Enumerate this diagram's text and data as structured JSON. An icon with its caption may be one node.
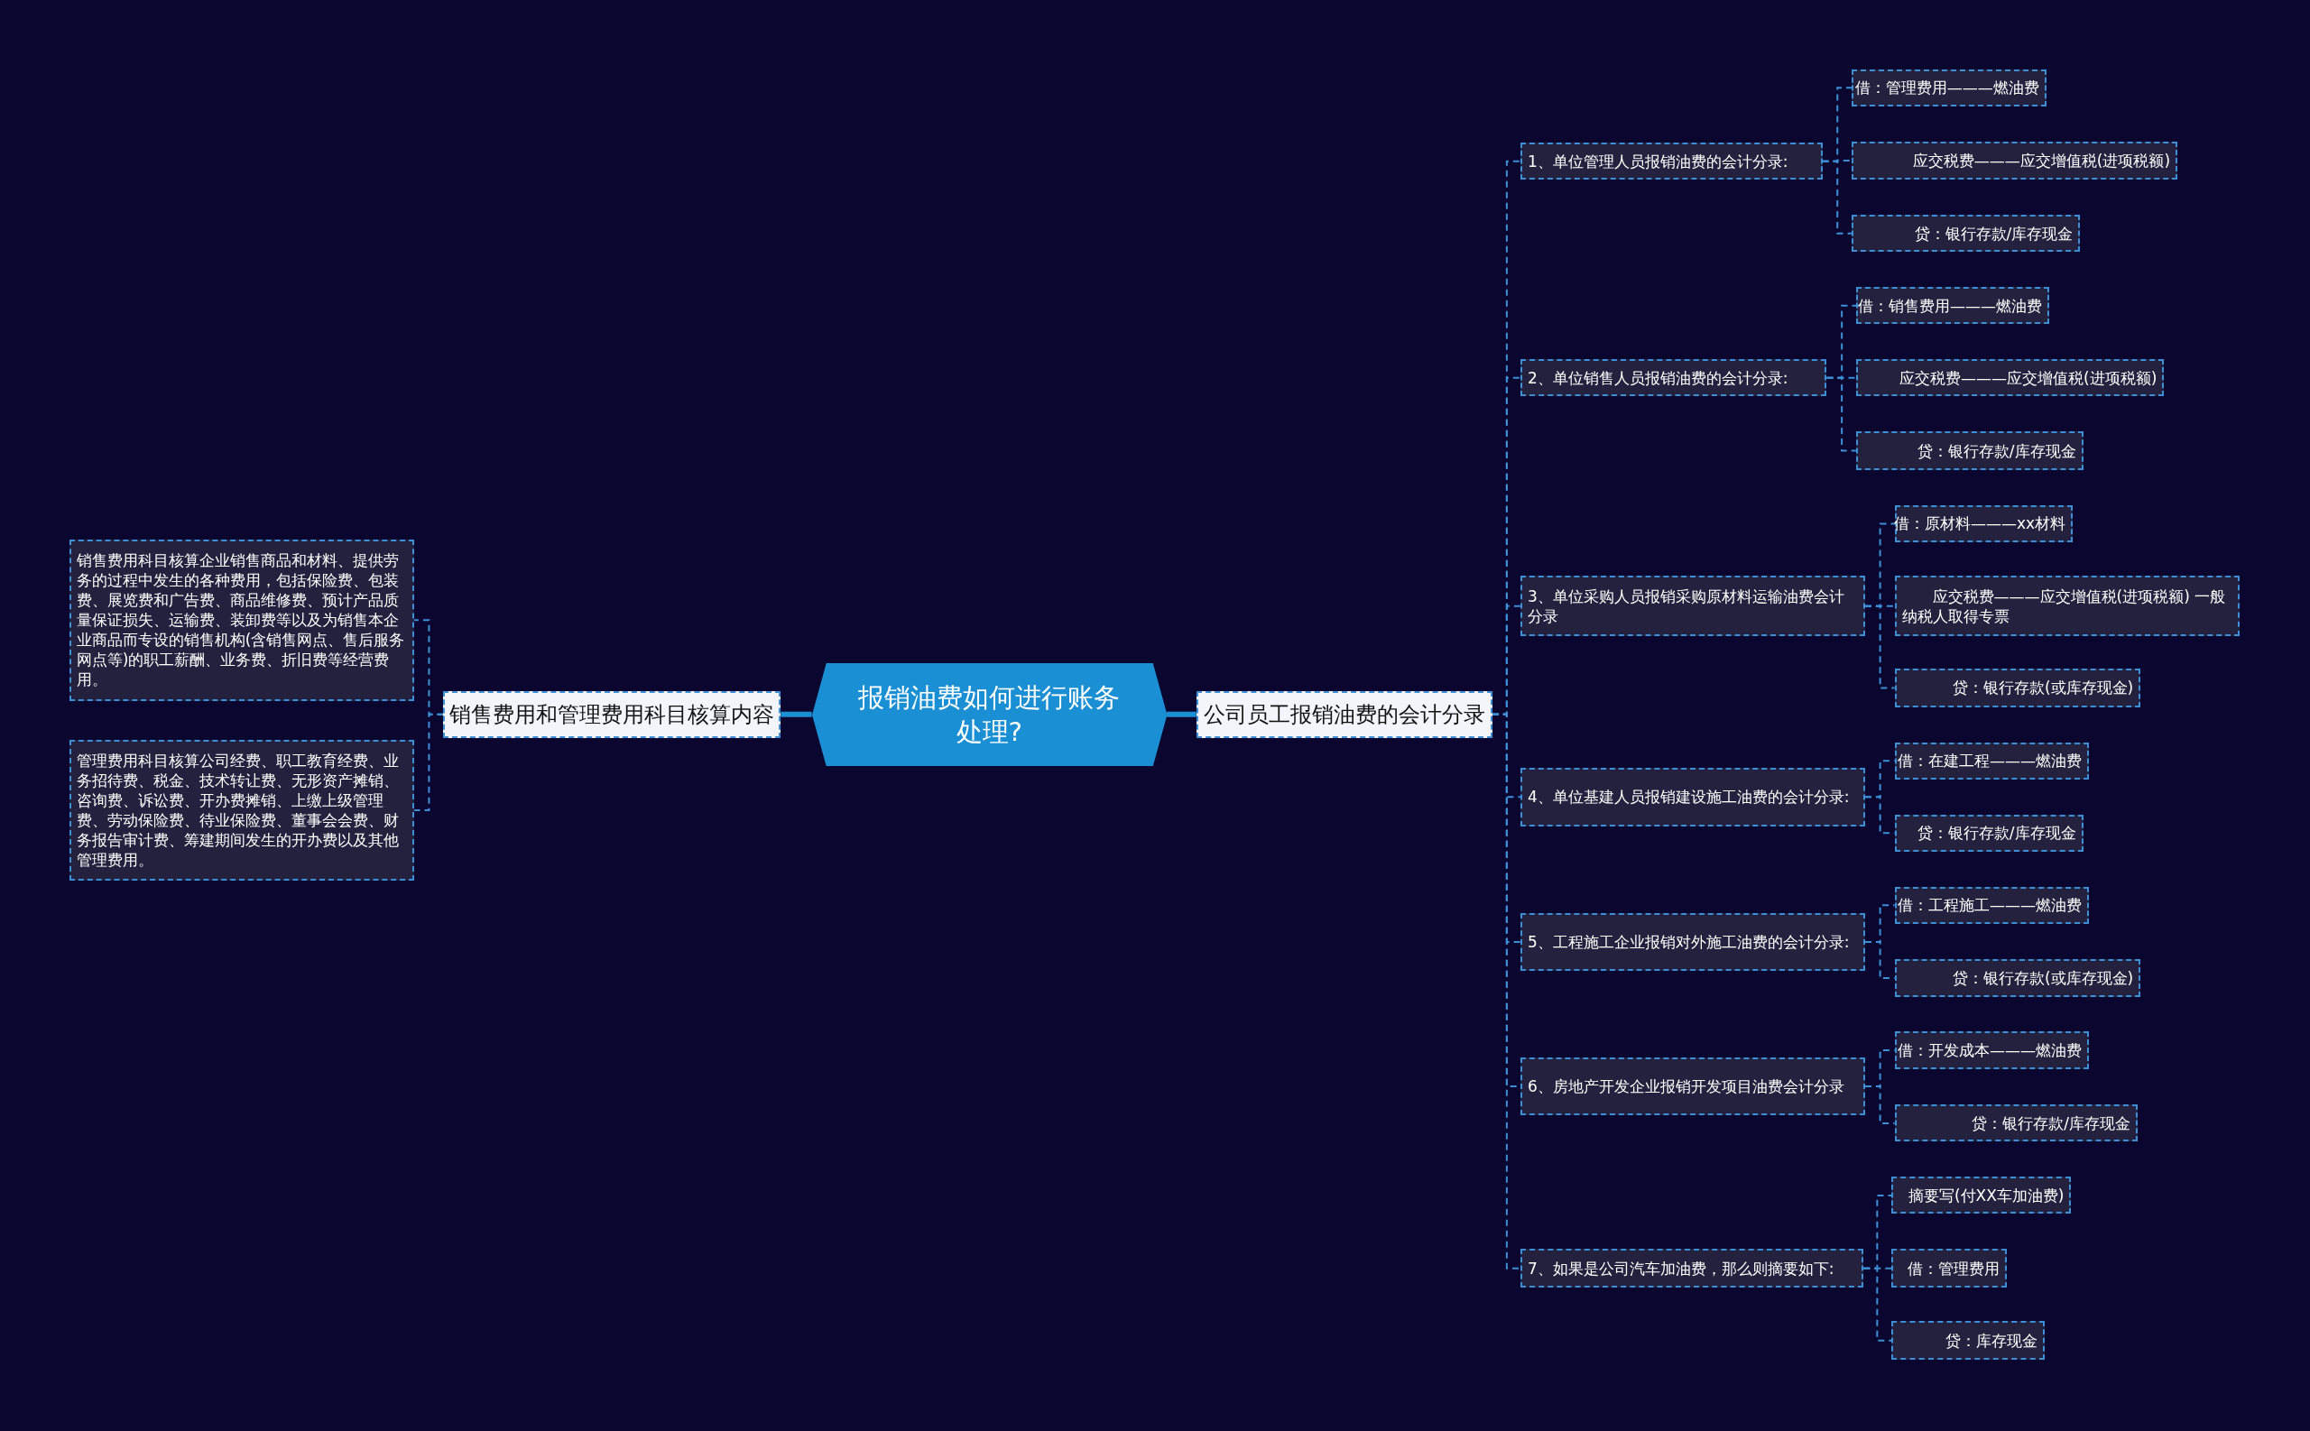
{
  "diagram": {
    "nodes": [
      {
        "text": [
          "报销油费如何进行账务处理?"
        ]
      },
      {
        "text": [
          "销售费用和管理费用科目核算内容"
        ]
      },
      {
        "text": [
          "销售费用科目核算企业销售商品和材料、提供劳务的过程中发生的各种费用，包括保险费、包装费、展览费和广告费、商品维修费、预计产品质量保证损失、运输费、装卸费等以及为销售本企业商品而专设的销售机构(含销售网点、售后服务网点等)的职工薪酬、业务费、折旧费等经营费用。"
        ]
      },
      {
        "text": [
          "管理费用科目核算公司经费、职工教育经费、业务招待费、税金、技术转让费、无形资产摊销、咨询费、诉讼费、开办费摊销、上缴上级管理费、劳动保险费、待业保险费、董事会会费、财务报告审计费、筹建期间发生的开办费以及其他管理费用。"
        ]
      },
      {
        "text": [
          "公司员工报销油费的会计分录"
        ]
      },
      {
        "text": [
          "1、单位管理人员报销油费的会计分录:"
        ]
      },
      {
        "text": [
          "借：管理费用———燃油费"
        ]
      },
      {
        "text": [
          "应交税费———应交增值税(进项税额)"
        ]
      },
      {
        "text": [
          "贷：银行存款/库存现金"
        ]
      },
      {
        "text": [
          "2、单位销售人员报销油费的会计分录:"
        ]
      },
      {
        "text": [
          "借：销售费用———燃油费"
        ]
      },
      {
        "text": [
          "应交税费———应交增值税(进项税额)"
        ]
      },
      {
        "text": [
          "贷：银行存款/库存现金"
        ]
      },
      {
        "text": [
          "3、单位采购人员报销采购原材料运输油费会计分录"
        ]
      },
      {
        "text": [
          "借：原材料———xx材料"
        ]
      },
      {
        "text": [
          "应交税费———应交增值税(进项税额) 一般纳税人取得专票"
        ]
      },
      {
        "text": [
          "贷：银行存款(或库存现金)"
        ]
      },
      {
        "text": [
          "4、单位基建人员报销建设施工油费的会计分录:"
        ]
      },
      {
        "text": [
          "借：在建工程———燃油费"
        ]
      },
      {
        "text": [
          "贷：银行存款/库存现金"
        ]
      },
      {
        "text": [
          "5、工程施工企业报销对外施工油费的会计分录:"
        ]
      },
      {
        "text": [
          "借：工程施工———燃油费"
        ]
      },
      {
        "text": [
          "贷：银行存款(或库存现金)"
        ]
      },
      {
        "text": [
          "6、房地产开发企业报销开发项目油费会计分录"
        ]
      },
      {
        "text": [
          "借：开发成本———燃油费"
        ]
      },
      {
        "text": [
          "贷：银行存款/库存现金"
        ]
      },
      {
        "text": [
          "7、如果是公司汽车加油费，那么则摘要如下:"
        ]
      },
      {
        "text": [
          "摘要写(付XX车加油费)"
        ]
      },
      {
        "text": [
          "借：管理费用"
        ]
      },
      {
        "text": [
          "贷：库存现金"
        ]
      }
    ],
    "edges": [
      {
        "from": 0,
        "to": 1,
        "arrow": "none",
        "style": "thick"
      },
      {
        "from": 1,
        "to": 2,
        "arrow": "none",
        "style": "dashed"
      },
      {
        "from": 1,
        "to": 3,
        "arrow": "none",
        "style": "dashed"
      },
      {
        "from": 0,
        "to": 4,
        "arrow": "none",
        "style": "thick"
      },
      {
        "from": 4,
        "to": 5,
        "arrow": "none",
        "style": "dashed"
      },
      {
        "from": 4,
        "to": 9,
        "arrow": "none",
        "style": "dashed"
      },
      {
        "from": 4,
        "to": 13,
        "arrow": "none",
        "style": "dashed"
      },
      {
        "from": 4,
        "to": 17,
        "arrow": "none",
        "style": "dashed"
      },
      {
        "from": 4,
        "to": 20,
        "arrow": "none",
        "style": "dashed"
      },
      {
        "from": 4,
        "to": 23,
        "arrow": "none",
        "style": "dashed"
      },
      {
        "from": 4,
        "to": 26,
        "arrow": "none",
        "style": "dashed"
      },
      {
        "from": 5,
        "to": 6,
        "arrow": "none",
        "style": "dashed"
      },
      {
        "from": 5,
        "to": 7,
        "arrow": "none",
        "style": "dashed"
      },
      {
        "from": 5,
        "to": 8,
        "arrow": "none",
        "style": "dashed"
      },
      {
        "from": 9,
        "to": 10,
        "arrow": "none",
        "style": "dashed"
      },
      {
        "from": 9,
        "to": 11,
        "arrow": "none",
        "style": "dashed"
      },
      {
        "from": 9,
        "to": 12,
        "arrow": "none",
        "style": "dashed"
      },
      {
        "from": 13,
        "to": 14,
        "arrow": "none",
        "style": "dashed"
      },
      {
        "from": 13,
        "to": 15,
        "arrow": "none",
        "style": "dashed"
      },
      {
        "from": 13,
        "to": 16,
        "arrow": "none",
        "style": "dashed"
      },
      {
        "from": 17,
        "to": 18,
        "arrow": "none",
        "style": "dashed"
      },
      {
        "from": 17,
        "to": 19,
        "arrow": "none",
        "style": "dashed"
      },
      {
        "from": 20,
        "to": 21,
        "arrow": "none",
        "style": "dashed"
      },
      {
        "from": 20,
        "to": 22,
        "arrow": "none",
        "style": "dashed"
      },
      {
        "from": 23,
        "to": 24,
        "arrow": "none",
        "style": "dashed"
      },
      {
        "from": 23,
        "to": 25,
        "arrow": "none",
        "style": "dashed"
      },
      {
        "from": 26,
        "to": 27,
        "arrow": "none",
        "style": "dashed"
      },
      {
        "from": 26,
        "to": 28,
        "arrow": "none",
        "style": "dashed"
      },
      {
        "from": 26,
        "to": 29,
        "arrow": "none",
        "style": "dashed"
      }
    ]
  }
}
